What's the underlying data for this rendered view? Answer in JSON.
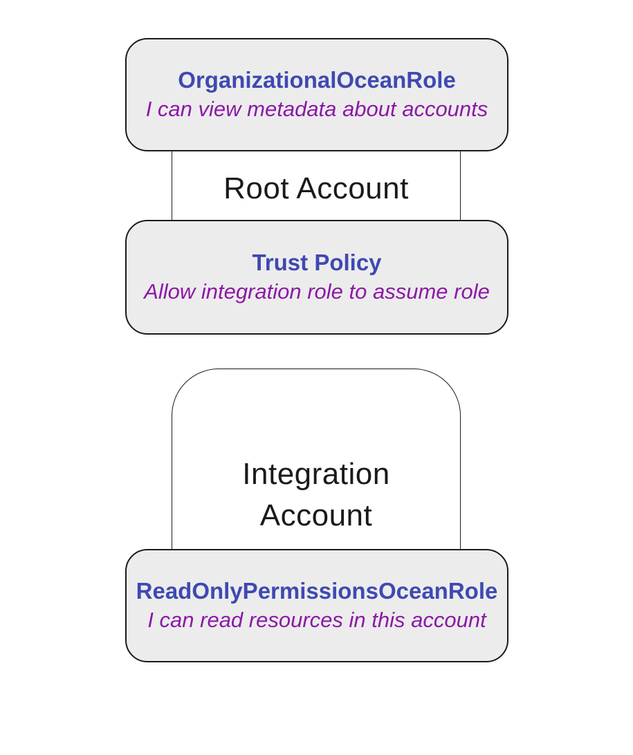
{
  "diagram": {
    "type": "flowchart-with-subgraphs",
    "background_color": "#ffffff",
    "colors": {
      "node_fill": "#ececec",
      "node_border": "#1a1a1a",
      "container_border": "#1a1a1a",
      "node_title_text": "#3f49b2",
      "node_description_text": "#8c18a6",
      "account_label_text": "#1a1a1a"
    },
    "groups": [
      {
        "label": "Root Account",
        "nodes": [
          {
            "title": "OrganizationalOceanRole",
            "description": "I can view metadata about accounts"
          },
          {
            "title": "Trust Policy",
            "description": "Allow integration role to assume role"
          }
        ]
      },
      {
        "label": "Integration Account",
        "nodes": [
          {
            "title": "ReadOnlyPermissionsOceanRole",
            "description": "I can read resources in this account"
          }
        ]
      }
    ]
  }
}
